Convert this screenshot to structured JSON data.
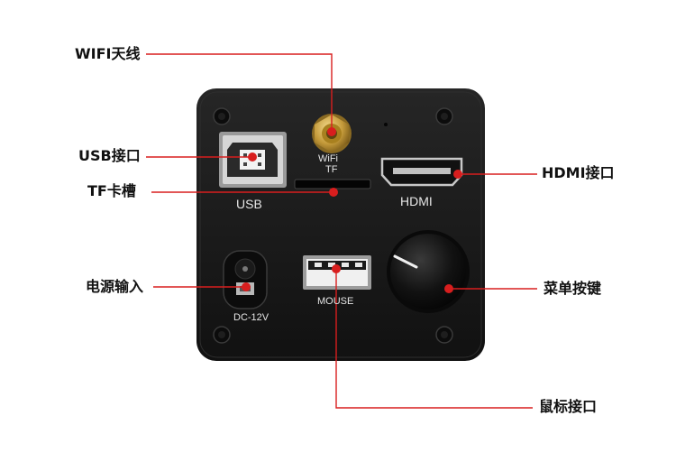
{
  "callouts": {
    "wifi_antenna": "WIFI天线",
    "usb_port": "USB接口",
    "tf_slot": "TF卡槽",
    "power_input": "电源输入",
    "hdmi_port": "HDMI接口",
    "menu_button": "菜单按键",
    "mouse_port": "鼠标接口"
  },
  "panel_labels": {
    "usb": "USB",
    "wifi": "WiFi",
    "tf": "TF",
    "hdmi": "HDMI",
    "mouse": "MOUSE",
    "dc": "DC-12V"
  },
  "colors": {
    "leader_line": "#d81e1e",
    "panel": "#1b1b1b",
    "panel_label": "#e6e6e6"
  }
}
